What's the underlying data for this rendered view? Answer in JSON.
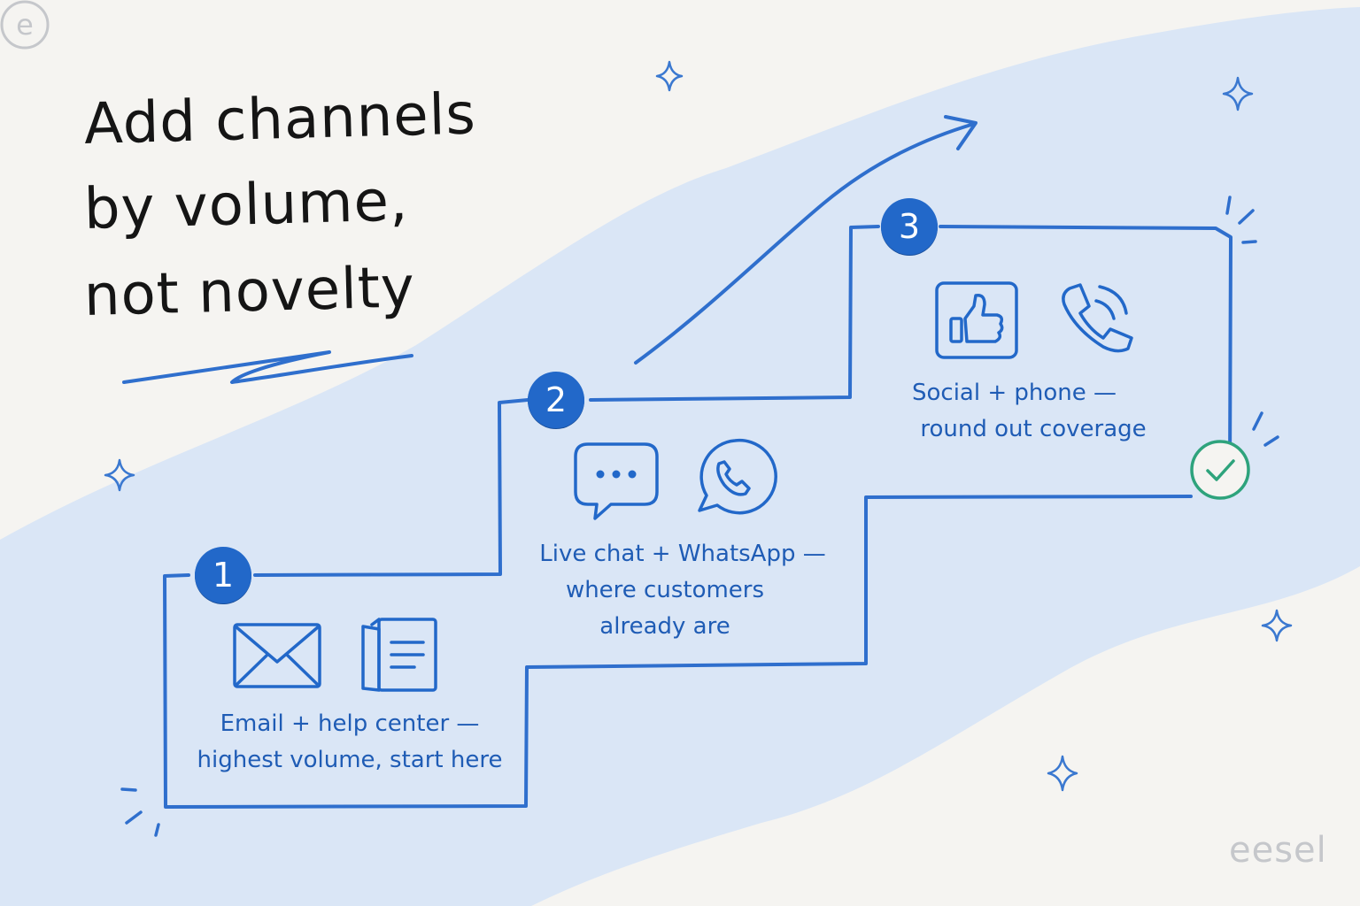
{
  "title": {
    "lines": [
      "Add channels",
      "by volume,",
      "not novelty"
    ]
  },
  "steps": [
    {
      "number": "1",
      "caption_lines": [
        "Email + help center —",
        "highest volume, start here"
      ],
      "icons": [
        "envelope-icon",
        "help-center-book-icon"
      ]
    },
    {
      "number": "2",
      "caption_lines": [
        "Live chat + WhatsApp —",
        "where customers",
        "already are"
      ],
      "icons": [
        "chat-bubble-icon",
        "whatsapp-icon"
      ]
    },
    {
      "number": "3",
      "caption_lines": [
        "Social + phone —",
        "round out coverage"
      ],
      "icons": [
        "thumbs-up-icon",
        "phone-icon"
      ]
    }
  ],
  "extra_icons": [
    "growth-arrow-icon",
    "check-circle-icon",
    "sparkle-icon"
  ],
  "logo": {
    "text": "eesel",
    "mark": "e"
  },
  "colors": {
    "background": "#f5f4f1",
    "band": "#dae6f6",
    "accent": "#2268c9",
    "line": "#2f6fcd",
    "check": "#2ea37c",
    "title": "#151515",
    "logo": "#c5c7cb"
  }
}
